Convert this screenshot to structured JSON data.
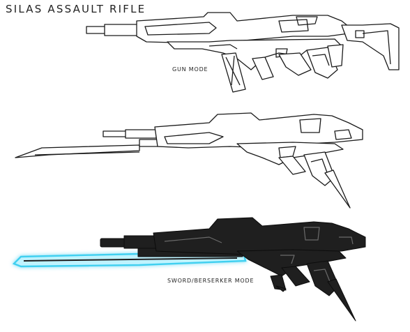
{
  "title": "SILAS ASSAULT RIFLE",
  "captions": {
    "gun_mode": "GUN MODE",
    "sword_mode": "SWORD/BERSERKER MODE"
  },
  "colors": {
    "background": "#ffffff",
    "outline": "#1a1a1a",
    "dark_body": "#1f1f1f",
    "blade_glow": "#3fd0f0"
  }
}
